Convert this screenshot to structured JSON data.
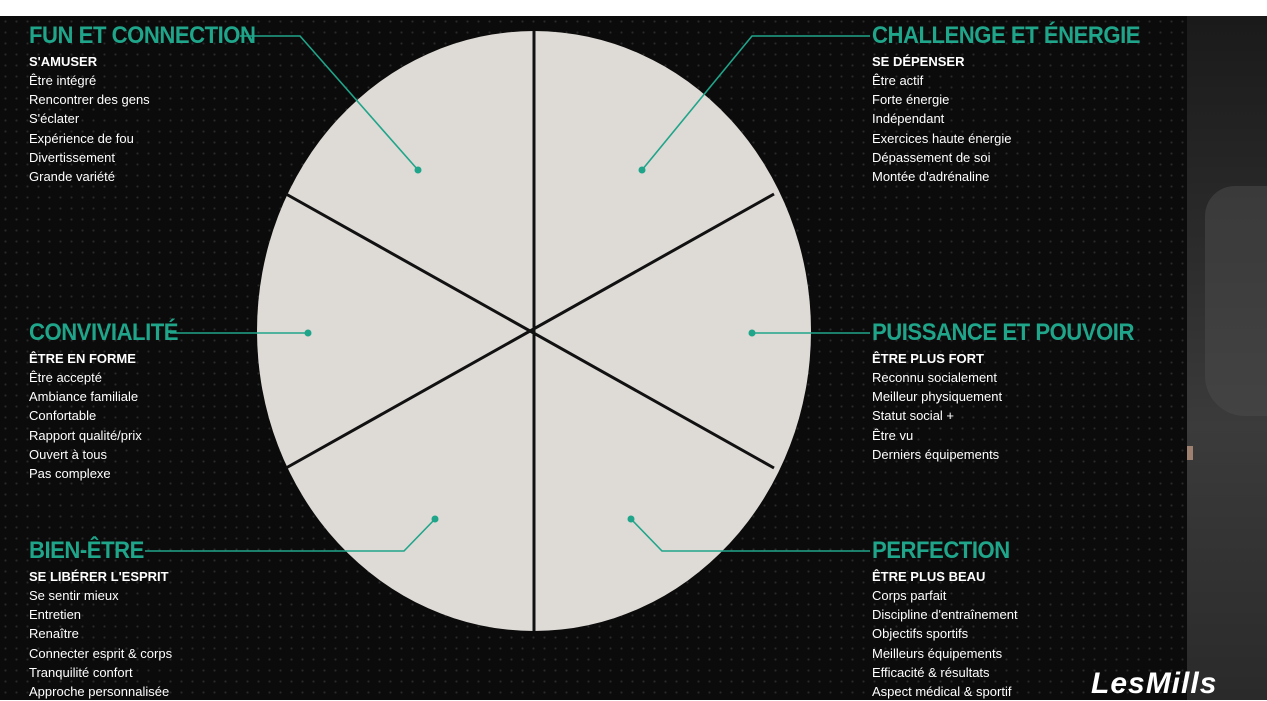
{
  "colors": {
    "accent": "#1fa58a",
    "wheel": "#dedad6",
    "background": "#0b0b0b"
  },
  "quadrants": [
    {
      "id": "tl",
      "title": "FUN ET CONNECTION",
      "subtitle": "S'AMUSER",
      "items": [
        "Être intégré",
        "Rencontrer des gens",
        "S'éclater",
        "Expérience de fou",
        "Divertissement",
        "Grande variété"
      ]
    },
    {
      "id": "tr",
      "title": "CHALLENGE ET ÉNERGIE",
      "subtitle": "SE DÉPENSER",
      "items": [
        "Être actif",
        "Forte énergie",
        "Indépendant",
        "Exercices haute énergie",
        "Dépassement de soi",
        "Montée d'adrénaline"
      ]
    },
    {
      "id": "ml",
      "title": "CONVIVIALITÉ",
      "subtitle": "ÊTRE EN FORME",
      "items": [
        "Être accepté",
        "Ambiance familiale",
        "Confortable",
        "Rapport qualité/prix",
        "Ouvert à tous",
        "Pas complexe"
      ]
    },
    {
      "id": "mr",
      "title": "PUISSANCE ET POUVOIR",
      "subtitle": "ÊTRE PLUS FORT",
      "items": [
        "Reconnu socialement",
        "Meilleur physiquement",
        "Statut social +",
        "Être vu",
        "Derniers équipements"
      ]
    },
    {
      "id": "bl",
      "title": "BIEN-ÊTRE",
      "subtitle": "SE LIBÉRER L'ESPRIT",
      "items": [
        "Se sentir mieux",
        "Entretien",
        "Renaître",
        "Connecter esprit & corps",
        "Tranquilité confort",
        "Approche personnalisée"
      ]
    },
    {
      "id": "br",
      "title": "PERFECTION",
      "subtitle": "ÊTRE PLUS BEAU",
      "items": [
        "Corps parfait",
        "Discipline d'entraînement",
        "Objectifs sportifs",
        "Meilleurs équipements",
        "Efficacité & résultats",
        "Aspect médical & sportif"
      ]
    }
  ],
  "logo": {
    "text": "LesMills"
  }
}
